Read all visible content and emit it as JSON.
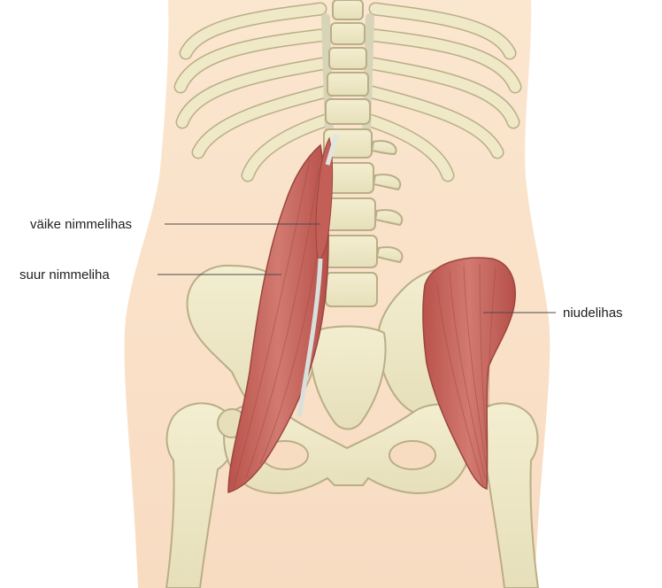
{
  "labels": {
    "psoas_minor": "väike nimmelihas",
    "psoas_major": "suur nimmeliha",
    "iliacus": "niudelihas"
  },
  "colors": {
    "skin": "#fae2c9",
    "bone": "#efe9c7",
    "bone_outline": "#b9ae86",
    "muscle": "#c9675f",
    "muscle_dark": "#a44a45",
    "tendon": "#dde3df",
    "leader_line": "#4a4a4a"
  }
}
